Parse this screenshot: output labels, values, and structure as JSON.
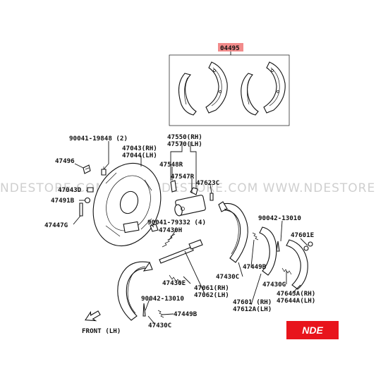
{
  "watermark": "NDESTORE.COM   WWW.NDESTORE.COM   WWW.NDESTORE.C",
  "kit_label": "04495",
  "brand_badge": "NDE",
  "front_label": "FRONT (LH)",
  "labels": {
    "l_90041_19848": "90041-19848 (2)",
    "l_47043": "47043(RH)",
    "l_47044": "47044(LH)",
    "l_47550": "47550(RH)",
    "l_47570": "47570(LH)",
    "l_47496": "47496",
    "l_47548r": "47548R",
    "l_47547r": "47547R",
    "l_47623c": "47623C",
    "l_47043d": "47043D",
    "l_47491b": "47491B",
    "l_47447g": "47447G",
    "l_90041_79332": "90041-79332 (4)",
    "l_47430h": "47430H",
    "l_90042_13010_r": "90042-13010",
    "l_47601e": "47601E",
    "l_47449b_r": "47449B",
    "l_47430c_r": "47430C",
    "l_47430g": "47430G",
    "l_47643a": "47643A(RH)",
    "l_47644a": "47644A(LH)",
    "l_47601": "47601 (RH)",
    "l_47612a": "47612A(LH)",
    "l_47430e": "47430E",
    "l_47061": "47061(RH)",
    "l_47062": "47062(LH)",
    "l_90042_13010_b": "90042-13010",
    "l_47449b_b": "47449B",
    "l_47430c_b": "47430C"
  },
  "colors": {
    "kit_highlight": "#f28b8b",
    "badge_bg": "#e8141c",
    "badge_text": "#ffffff",
    "line": "#111111",
    "watermark": "#cfcfcf"
  }
}
